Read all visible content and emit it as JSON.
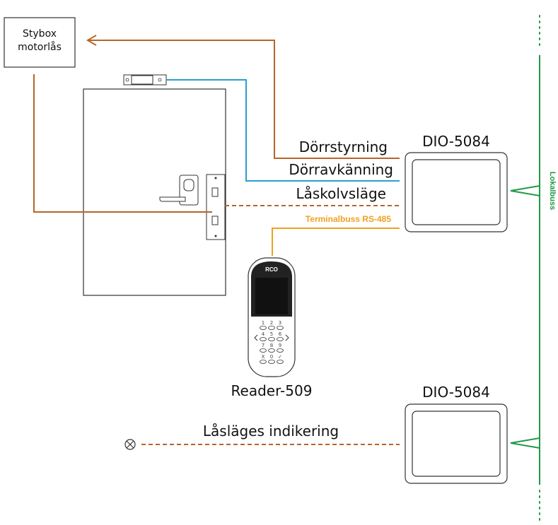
{
  "labels": {
    "stybox_line1": "Stybox",
    "stybox_line2": "motorlås",
    "dorrstyrning": "Dörrstyrning",
    "dorravkanning": "Dörravkänning",
    "laskolvslage": "Låskolvsläge",
    "terminalbuss": "Terminalbuss RS-485",
    "dio_top": "DIO-5084",
    "dio_bottom": "DIO-5084",
    "reader": "Reader-509",
    "laslages": "Låsläges indikering",
    "lokalbuss": "Lokalbuss",
    "reader_brand": "RCO"
  },
  "keypad": [
    "1",
    "2",
    "3",
    "4",
    "5",
    "6",
    "7",
    "8",
    "9",
    "X",
    "0",
    "✓"
  ],
  "colors": {
    "brown": "#b5652a",
    "blue": "#2a9fd0",
    "orange": "#f0a020",
    "green": "#1f9a48",
    "dashed_brown": "#b5652a"
  }
}
